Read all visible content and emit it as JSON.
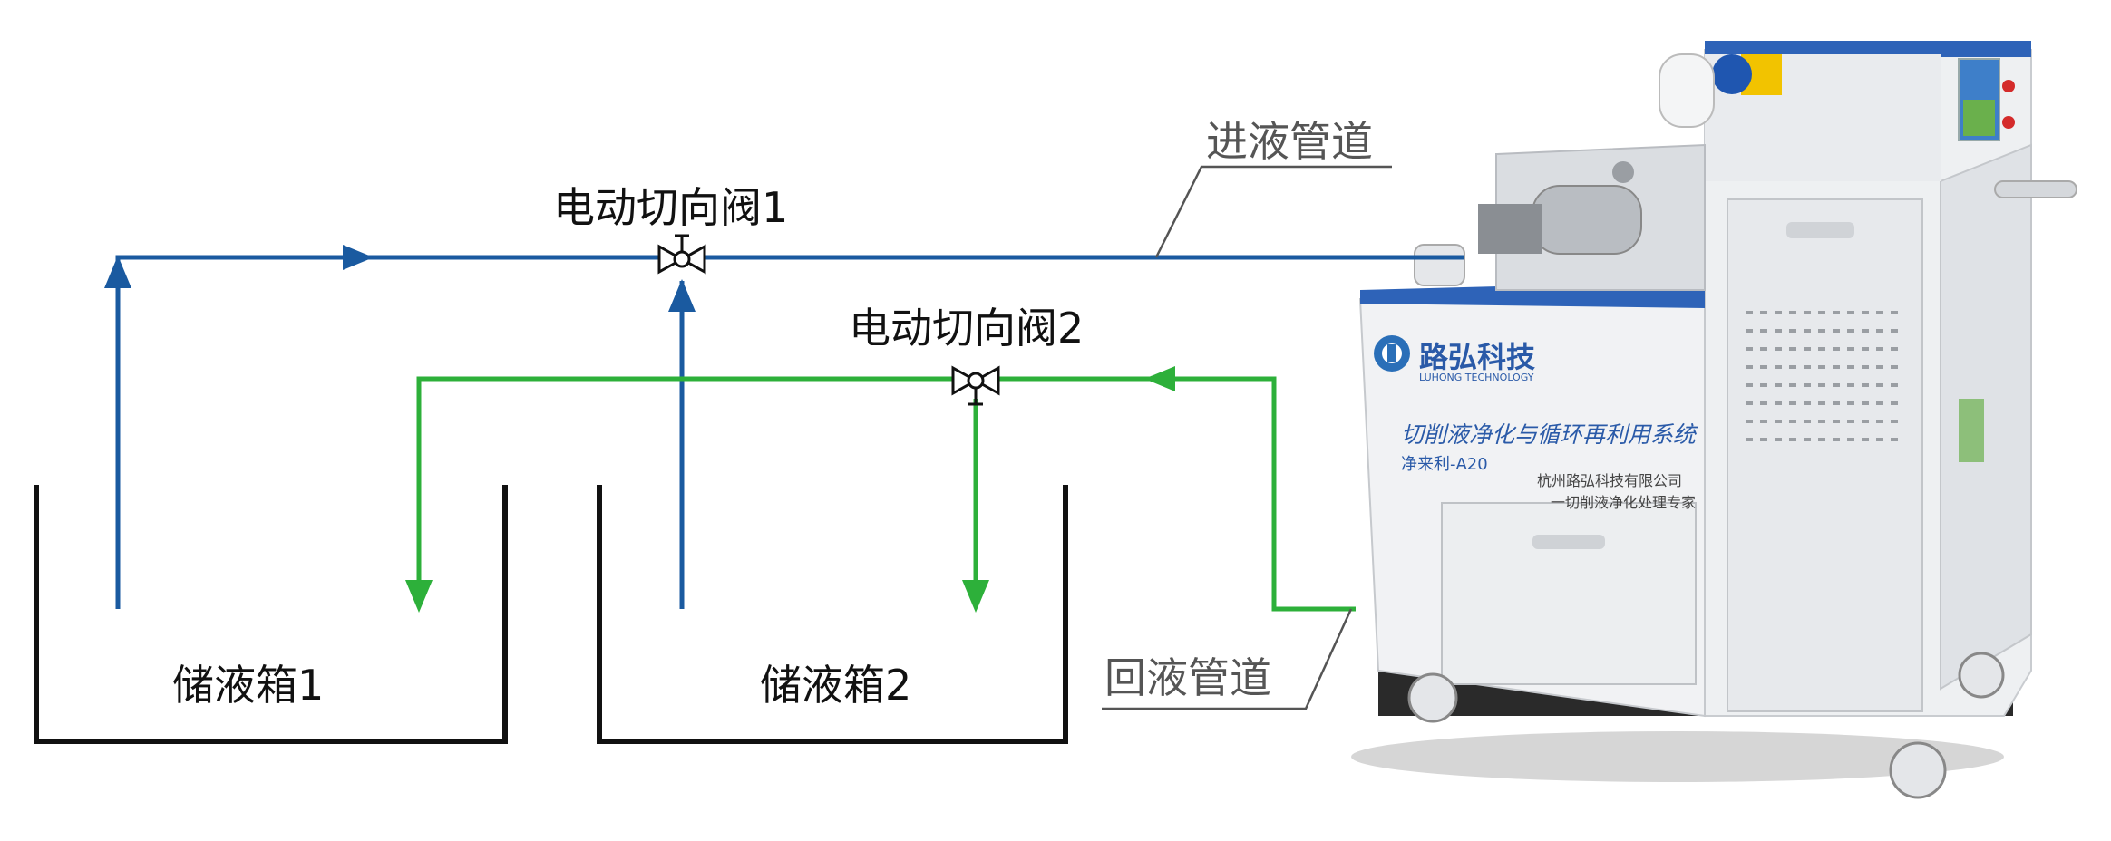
{
  "labels": {
    "inlet_pipe": "进液管道",
    "return_pipe": "回液管道",
    "valve_1": "电动切向阀1",
    "valve_2": "电动切向阀2",
    "tank_1": "储液箱1",
    "tank_2": "储液箱2"
  },
  "machine": {
    "brand_cn": "路弘科技",
    "brand_en": "LUHONG TECHNOLOGY",
    "system_name": "切削液净化与循环再利用系统",
    "model": "净来利-A20",
    "company": "杭州路弘科技有限公司",
    "slogan": "一切削液净化处理专家"
  },
  "colors": {
    "inlet_line": "#1a5aa0",
    "return_line": "#2db03a",
    "tank_outline": "#111111",
    "leader_line": "#555555"
  }
}
